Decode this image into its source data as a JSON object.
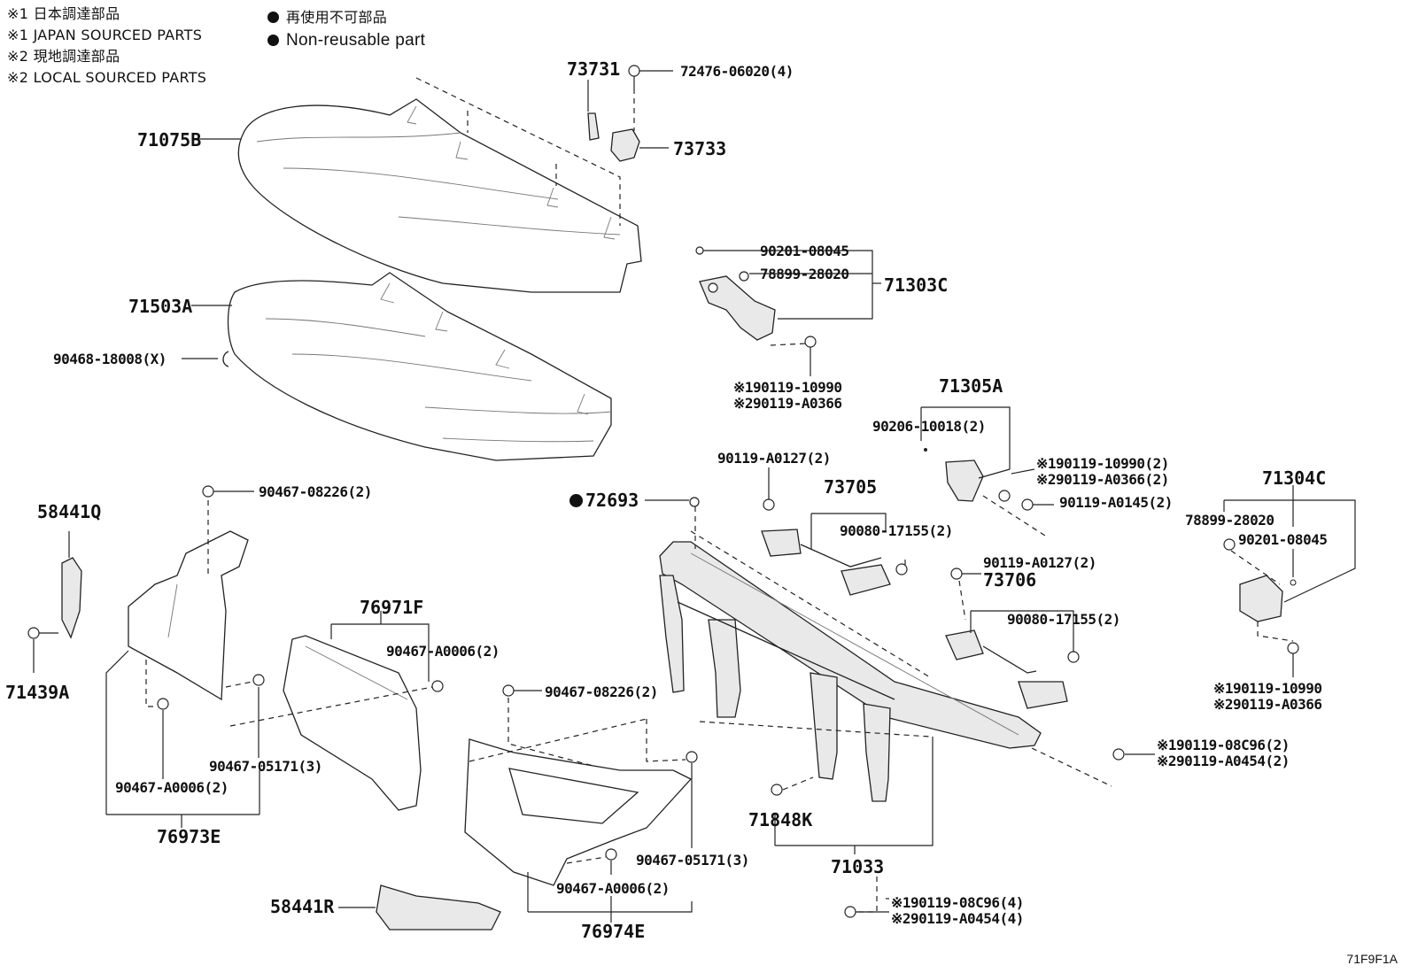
{
  "notes": {
    "note1_jp": "※1 日本調達部品",
    "note1_en": "※1 JAPAN SOURCED PARTS",
    "note2_jp": "※2 現地調達部品",
    "note2_en": "※2 LOCAL SOURCED PARTS",
    "nonreuse_jp": "再使用不可部品",
    "nonreuse_en": "Non-reusable part"
  },
  "labels": {
    "p73731": "73731",
    "p72476": "72476-06020(4)",
    "p73733": "73733",
    "p71075B": "71075B",
    "p71503A": "71503A",
    "p90468": "90468-18008(X)",
    "p90201a": "90201-08045",
    "p78899a": "78899-28020",
    "p71303C": "71303C",
    "p90119_10990a": "※190119-10990",
    "p90119_A0366a": "※290119-A0366",
    "p71305A": "71305A",
    "p90206": "90206-10018(2)",
    "p90119_10990b": "※190119-10990(2)",
    "p90119_A0366b": "※290119-A0366(2)",
    "p90119_A0145": "90119-A0145(2)",
    "p90119_A0127a": "90119-A0127(2)",
    "p73705": "73705",
    "p90080a": "90080-17155(2)",
    "p72693": "72693",
    "p90119_A0127b": "90119-A0127(2)",
    "p73706": "73706",
    "p90080b": "90080-17155(2)",
    "p71304C": "71304C",
    "p78899b": "78899-28020",
    "p90201b": "90201-08045",
    "p90119_10990c": "※190119-10990",
    "p90119_A0366c": "※290119-A0366",
    "p90119_08C96a": "※190119-08C96(2)",
    "p90119_A0454a": "※290119-A0454(2)",
    "p58441Q": "58441Q",
    "p71439A": "71439A",
    "p90467_08226a": "90467-08226(2)",
    "p76971F": "76971F",
    "p90467_A0006a": "90467-A0006(2)",
    "p90467_05171a": "90467-05171(3)",
    "p90467_A0006b": "90467-A0006(2)",
    "p76973E": "76973E",
    "p90467_08226b": "90467-08226(2)",
    "p90467_05171b": "90467-05171(3)",
    "p90467_A0006c": "90467-A0006(2)",
    "p76974E": "76974E",
    "p58441R": "58441R",
    "p71848K": "71848K",
    "p71033": "71033",
    "p90119_08C96b": "※190119-08C96(4)",
    "p90119_A0454b": "※290119-A0454(4)"
  },
  "figure_code": "71F9F1A"
}
